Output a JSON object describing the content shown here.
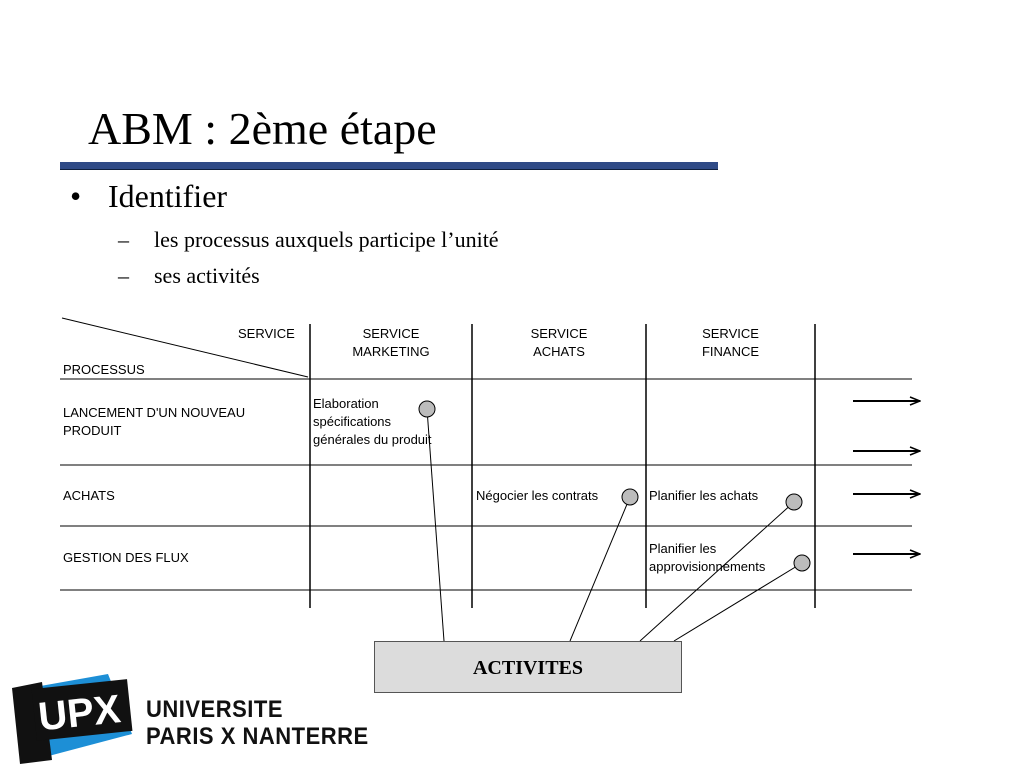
{
  "slide": {
    "title": "ABM : 2ème étape",
    "bullet": "Identifier",
    "subbullets": [
      "les processus auxquels participe l’unité",
      "ses activités"
    ],
    "bullet_glyph": "•",
    "dash_glyph": "–"
  },
  "table": {
    "corner_service": "SERVICE",
    "corner_processus": "PROCESSUS",
    "columns": [
      "SERVICE\nMARKETING",
      "SERVICE\nACHATS",
      "SERVICE\nFINANCE"
    ],
    "rows": [
      "LANCEMENT D'UN NOUVEAU\nPRODUIT",
      "ACHATS",
      "GESTION DES FLUX"
    ],
    "cells": {
      "lancement_marketing": "Elaboration\nspécifications\ngénérales du produit",
      "achats_achats": "Négocier les contrats",
      "achats_finance": "Planifier les achats",
      "flux_finance": "Planifier les\napprovisionnements"
    }
  },
  "activites_label": "ACTIVITES",
  "logo": {
    "mark": "UPX",
    "line1": "UNIVERSITE",
    "line2": "PARIS X NANTERRE",
    "colors": {
      "blue": "#1d8fd6",
      "black": "#111111"
    }
  }
}
